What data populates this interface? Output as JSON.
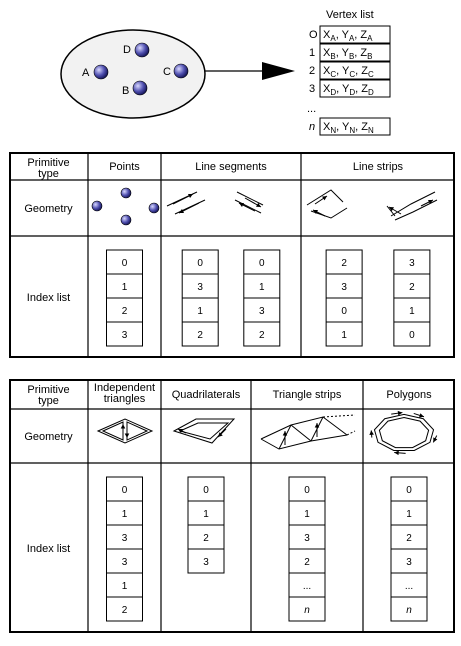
{
  "vertex_diagram": {
    "title": "Vertex list",
    "vertices": [
      {
        "label": "O",
        "x": "X",
        "xs": "A",
        "y": "Y",
        "ys": "A",
        "z": "Z",
        "zs": "A"
      },
      {
        "label": "1",
        "x": "X",
        "xs": "B",
        "y": "Y",
        "ys": "B",
        "z": "Z",
        "zs": "B"
      },
      {
        "label": "2",
        "x": "X",
        "xs": "C",
        "y": "Y",
        "ys": "C",
        "z": "Z",
        "zs": "C"
      },
      {
        "label": "3",
        "x": "X",
        "xs": "D",
        "y": "Y",
        "ys": "D",
        "z": "Z",
        "zs": "D"
      }
    ],
    "ellipsis": "...",
    "last": {
      "label": "n",
      "x": "X",
      "xs": "N",
      "y": "Y",
      "ys": "N",
      "z": "Z",
      "zs": "N"
    },
    "points": [
      "A",
      "B",
      "C",
      "D"
    ]
  },
  "table1": {
    "row_headers": [
      "Primitive type",
      "Geometry",
      "Index list"
    ],
    "columns": [
      {
        "header": "Points",
        "index_lists": [
          [
            "0",
            "1",
            "2",
            "3"
          ]
        ]
      },
      {
        "header": "Line segments",
        "index_lists": [
          [
            "0",
            "3",
            "1",
            "2"
          ],
          [
            "0",
            "1",
            "3",
            "2"
          ]
        ]
      },
      {
        "header": "Line strips",
        "index_lists": [
          [
            "2",
            "3",
            "0",
            "1"
          ],
          [
            "3",
            "2",
            "1",
            "0"
          ]
        ]
      }
    ]
  },
  "table2": {
    "row_headers": [
      "Primitive type",
      "Geometry",
      "Index list"
    ],
    "columns": [
      {
        "header": "Independent triangles",
        "index_lists": [
          [
            "0",
            "1",
            "3",
            "3",
            "1",
            "2"
          ]
        ]
      },
      {
        "header": "Quadrilaterals",
        "index_lists": [
          [
            "0",
            "1",
            "2",
            "3"
          ]
        ]
      },
      {
        "header": "Triangle strips",
        "index_lists": [
          [
            "0",
            "1",
            "3",
            "2",
            "...",
            "n"
          ]
        ]
      },
      {
        "header": "Polygons",
        "index_lists": [
          [
            "0",
            "1",
            "2",
            "3",
            "...",
            "n"
          ]
        ]
      }
    ]
  },
  "colors": {
    "sphere": "#3a3a9c",
    "sphere_highlight": "#d8d8ff",
    "line": "#000000",
    "ellipse_fill": "#f2f2f2"
  }
}
